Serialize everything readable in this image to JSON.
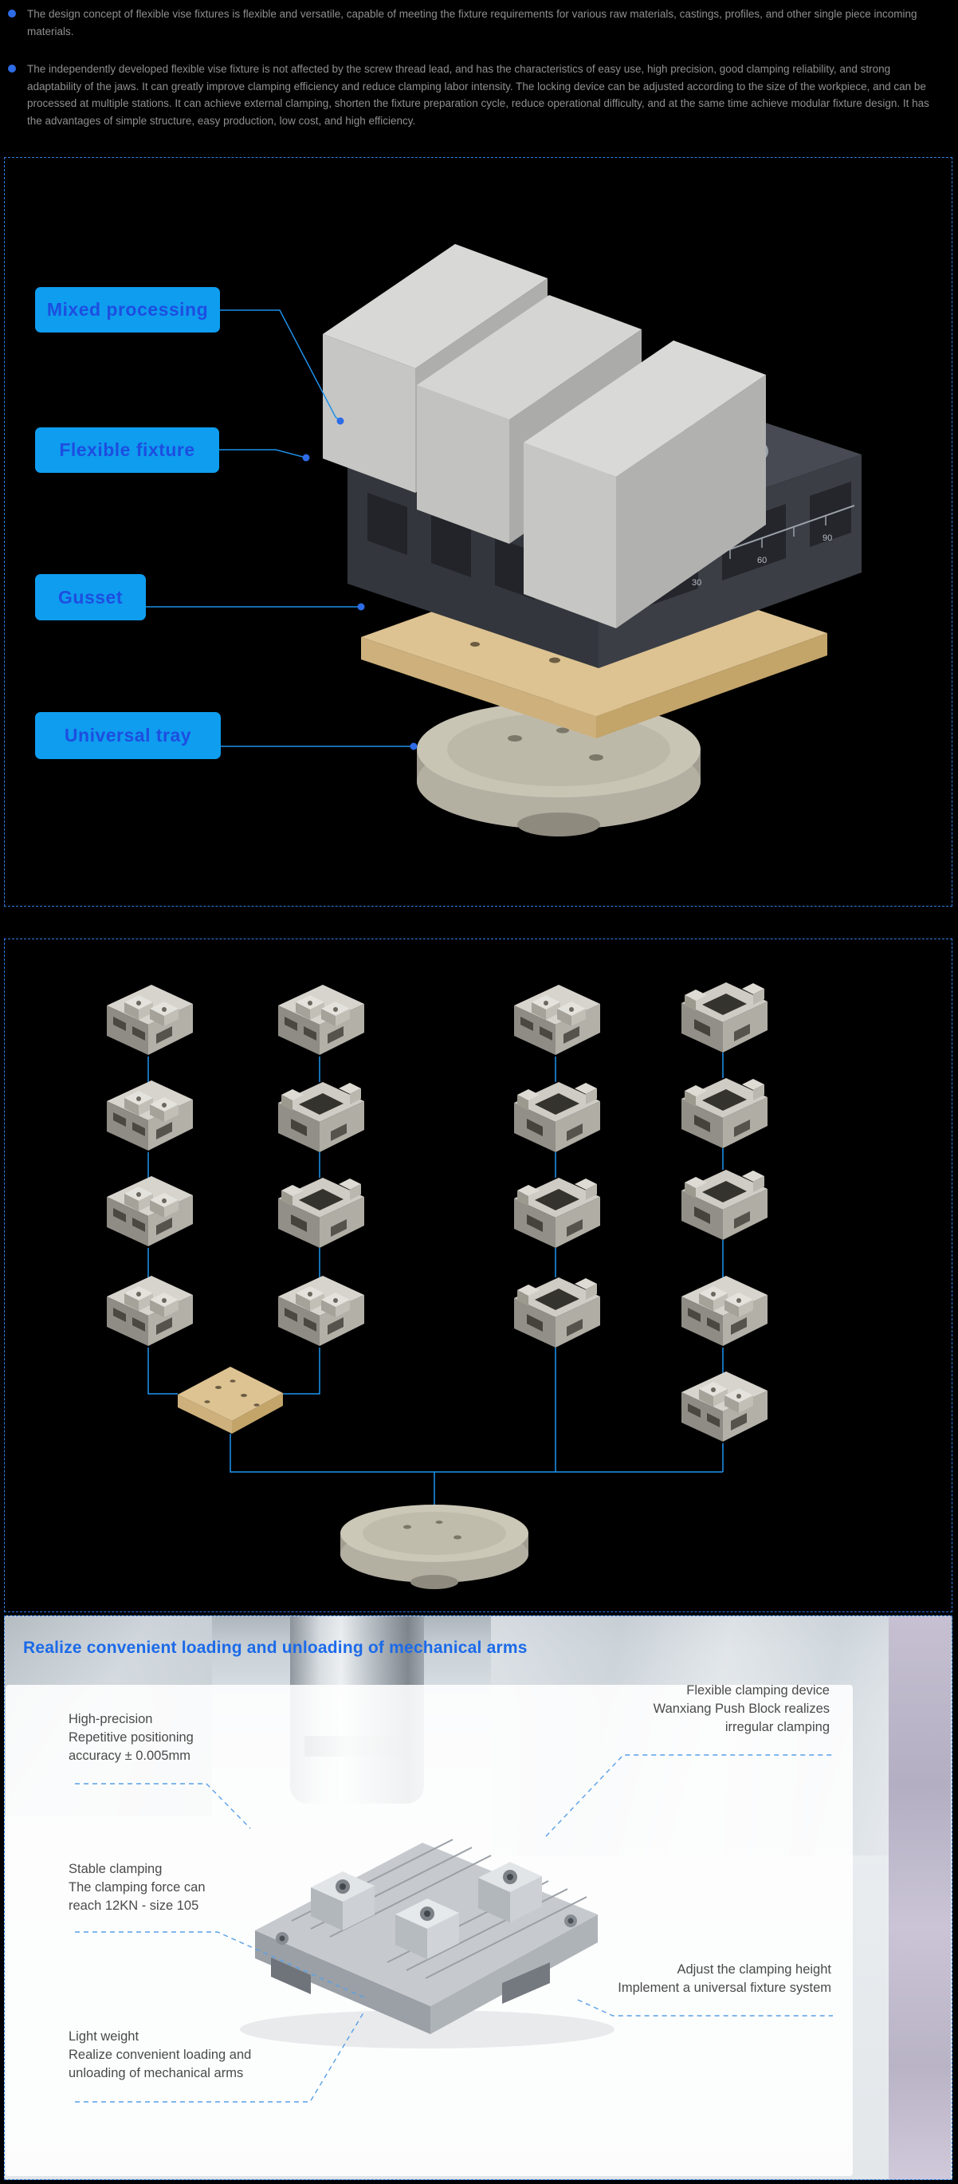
{
  "intro": {
    "bullets": [
      "The design concept of flexible vise fixtures is flexible and versatile, capable of meeting the fixture requirements for various raw materials, castings, profiles, and other single piece incoming materials.",
      "The independently developed flexible vise fixture is not affected by the screw thread lead, and has the characteristics of easy use, high precision, good clamping reliability, and strong adaptability of the jaws. It can greatly improve clamping efficiency and reduce clamping labor intensity. The locking device can be adjusted according to the size of the workpiece, and can be processed at multiple stations. It can achieve external clamping, shorten the fixture preparation cycle, reduce operational difficulty, and at the same time achieve modular fixture design. It has the advantages of simple structure, easy production, low cost, and high efficiency."
    ]
  },
  "anatomy": {
    "labels": [
      {
        "text": "Mixed processing"
      },
      {
        "text": "Flexible fixture"
      },
      {
        "text": "Gusset"
      },
      {
        "text": "Universal tray"
      }
    ],
    "ruler_marks": [
      "30",
      "60",
      "90"
    ]
  },
  "features": {
    "heading": "Realize convenient loading and unloading of mechanical arms",
    "annotations": [
      {
        "id": "precision",
        "lines": [
          "High-precision",
          "Repetitive positioning",
          "accuracy ± 0.005mm"
        ]
      },
      {
        "id": "flexible",
        "lines": [
          "Flexible clamping device",
          "Wanxiang Push Block realizes",
          "irregular clamping"
        ]
      },
      {
        "id": "stable",
        "lines": [
          "Stable clamping",
          "The clamping force can",
          "reach 12KN - size 105"
        ]
      },
      {
        "id": "adjust",
        "lines": [
          "Adjust the clamping height",
          "Implement a universal fixture system"
        ]
      },
      {
        "id": "light",
        "lines": [
          "Light weight",
          "Realize convenient loading and",
          "unloading of mechanical arms"
        ]
      }
    ]
  },
  "colors": {
    "background": "#000000",
    "body_text_gray": "#8F8F8F",
    "bullet_blue": "#2E6BE6",
    "dashed_border_blue": "#2E7FE6",
    "label_background_blue": "#0F9DEF",
    "label_text_blue": "#1D4EE0",
    "connector_line_blue": "#1E90E8",
    "heading_blue": "#1C6AE8",
    "annotation_text_gray": "#4A4A4A",
    "annotation_dash_blue": "#58A0E8",
    "gusset_gold": "#DCC18E"
  }
}
